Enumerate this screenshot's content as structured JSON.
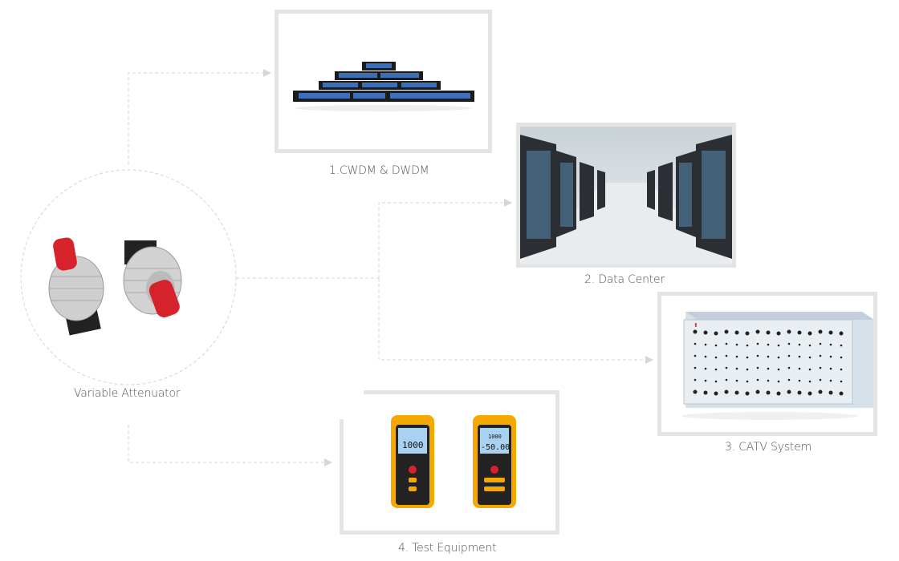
{
  "source": {
    "label": "Variable Attenuator",
    "icon": "variable-attenuator-image"
  },
  "applications": [
    {
      "label": "1.CWDM & DWDM",
      "icon": "cwdm-dwdm-rack-image"
    },
    {
      "label": "2. Data Center",
      "icon": "data-center-image"
    },
    {
      "label": "3.  CATV System",
      "icon": "catv-chassis-image"
    },
    {
      "label": "4. Test Equipment",
      "icon": "test-equipment-image"
    }
  ],
  "meters": {
    "source_reading": "1000",
    "power_reading": "-50.00",
    "power_sub": "1000"
  },
  "colors": {
    "line": "#d4d4d4",
    "frame": "#e4e4e4",
    "accent_red": "#d9202a",
    "accent_yellow": "#f5a800"
  }
}
